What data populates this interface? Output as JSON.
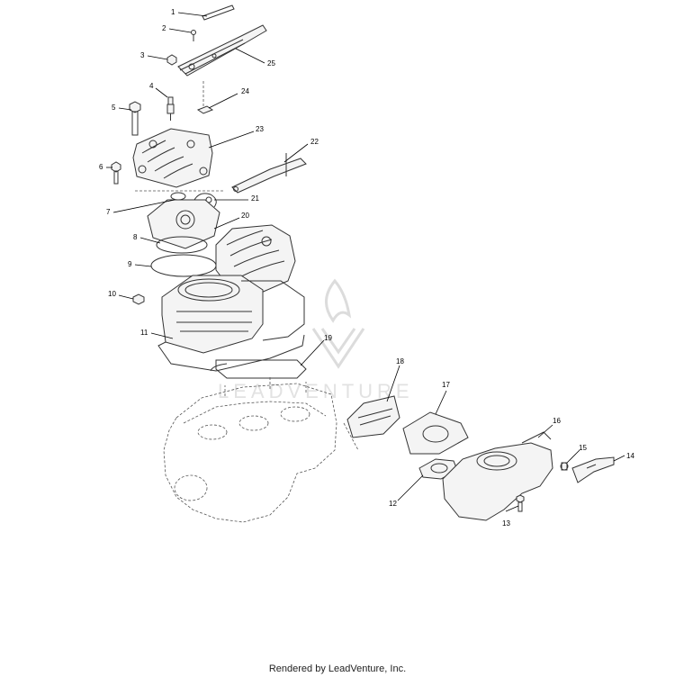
{
  "callouts": [
    "1",
    "2",
    "3",
    "4",
    "5",
    "6",
    "7",
    "8",
    "9",
    "10",
    "11",
    "12",
    "13",
    "14",
    "15",
    "16",
    "17",
    "18",
    "19",
    "20",
    "21",
    "22",
    "23",
    "24",
    "25"
  ],
  "watermark": "LEADVENTURE",
  "footer": "Rendered by LeadVenture, Inc."
}
